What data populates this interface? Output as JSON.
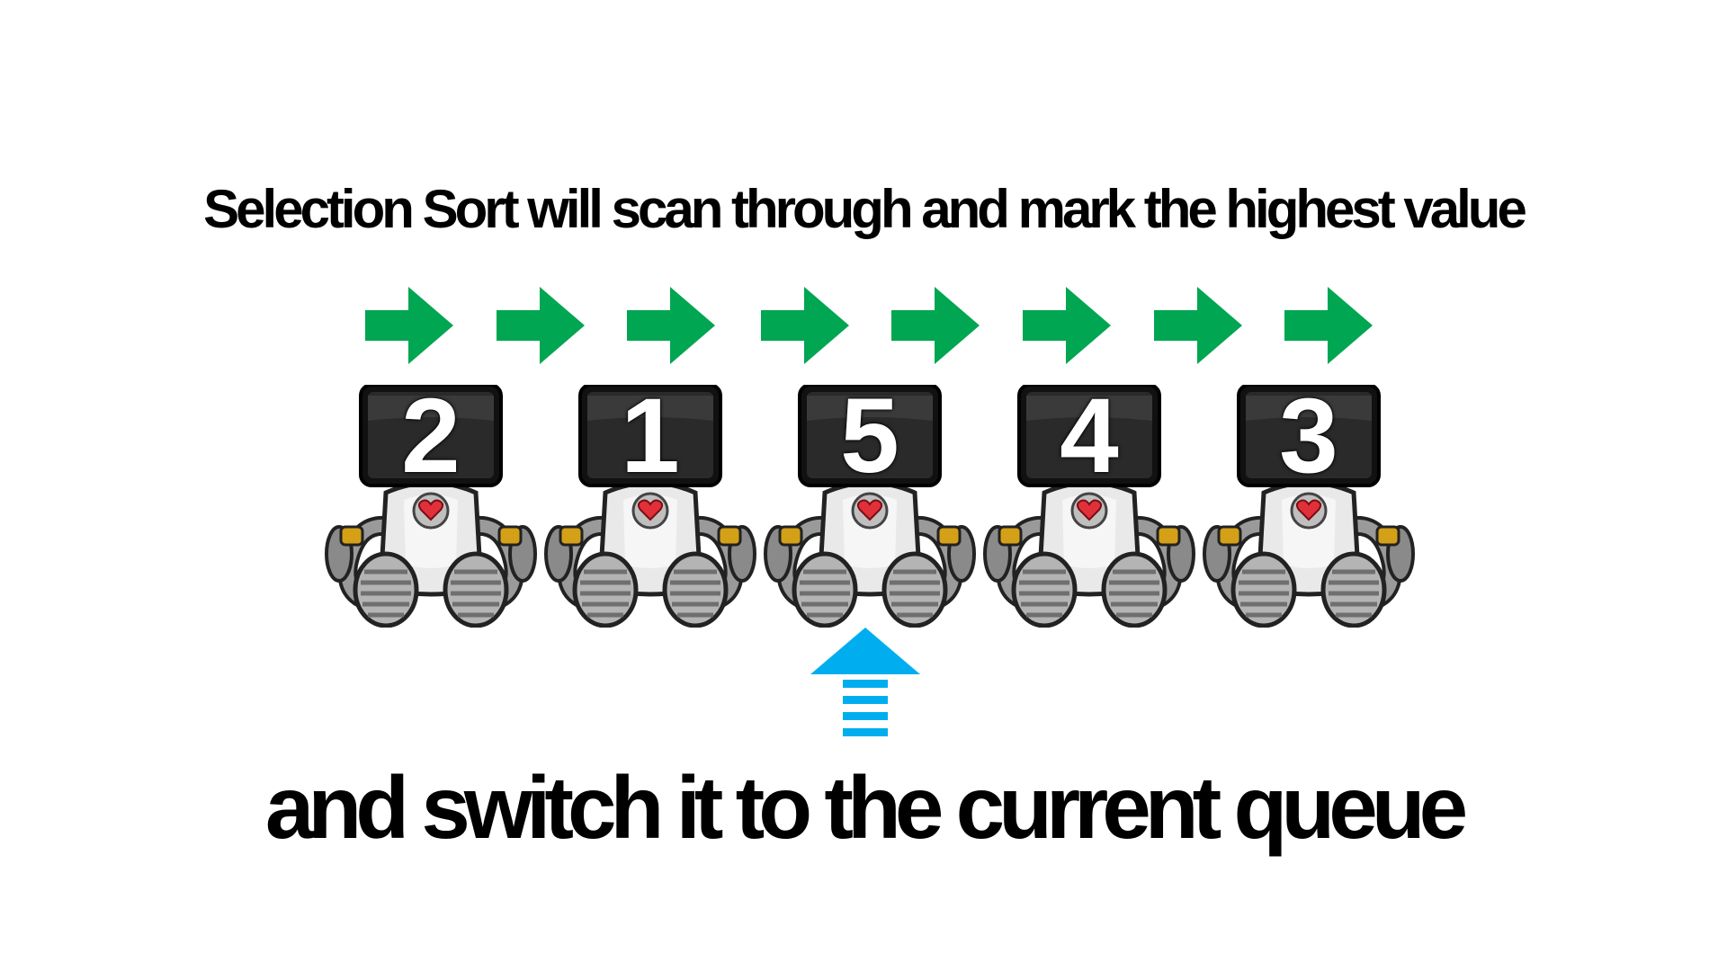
{
  "slide": {
    "headline_top": "Selection Sort will scan through and mark the highest value",
    "headline_bottom": "and switch it to the current queue"
  },
  "colors": {
    "scan_arrow": "#00a651",
    "select_arrow": "#00aeef",
    "text": "#000000",
    "screen": "#2a2a2a",
    "body": "#c8c8c8",
    "heart": "#e0303a"
  },
  "icons": {
    "scan_arrow": "right-arrow-icon",
    "select_arrow": "up-arrow-icon",
    "robot": "robot-icon",
    "heart": "heart-icon"
  },
  "scan_arrows": {
    "count": 8
  },
  "robots": [
    {
      "value": "2"
    },
    {
      "value": "1"
    },
    {
      "value": "5"
    },
    {
      "value": "4"
    },
    {
      "value": "3"
    }
  ],
  "selected_index": 2
}
